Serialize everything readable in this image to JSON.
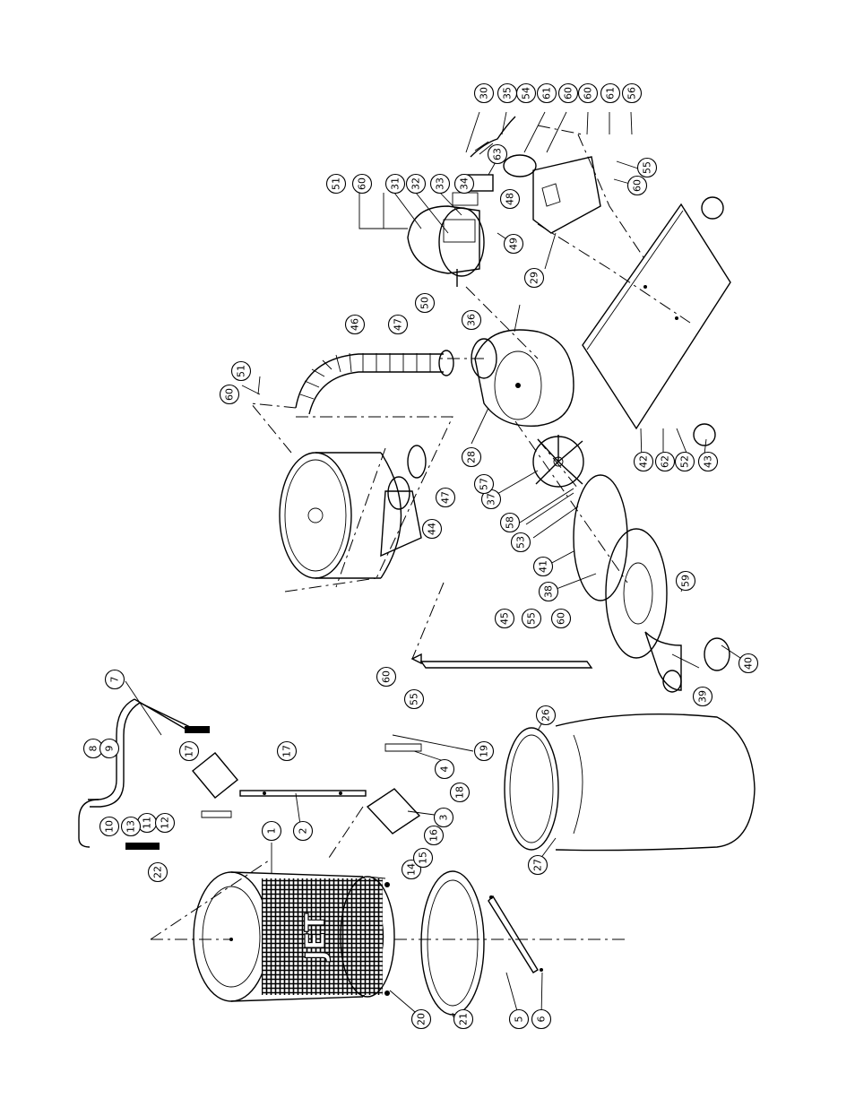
{
  "diagram": {
    "type": "exploded-parts-view",
    "brand_mark": "JET",
    "callouts": [
      {
        "id": "c1",
        "label": "1",
        "r": -90
      },
      {
        "id": "c2",
        "label": "2",
        "r": -90
      },
      {
        "id": "c3",
        "label": "3",
        "r": -90
      },
      {
        "id": "c4",
        "label": "4",
        "r": -90
      },
      {
        "id": "c5",
        "label": "5",
        "r": -90
      },
      {
        "id": "c6",
        "label": "6",
        "r": -90
      },
      {
        "id": "c7",
        "label": "7",
        "r": -90
      },
      {
        "id": "c8",
        "label": "8",
        "r": -90
      },
      {
        "id": "c9",
        "label": "9",
        "r": -90
      },
      {
        "id": "c10",
        "label": "10",
        "r": -90
      },
      {
        "id": "c11",
        "label": "11",
        "r": -90
      },
      {
        "id": "c12",
        "label": "12",
        "r": -90
      },
      {
        "id": "c13",
        "label": "13",
        "r": -90
      },
      {
        "id": "c14",
        "label": "14",
        "r": -90
      },
      {
        "id": "c15",
        "label": "15",
        "r": -90
      },
      {
        "id": "c16",
        "label": "16",
        "r": -90
      },
      {
        "id": "c17a",
        "label": "17",
        "r": -90
      },
      {
        "id": "c17b",
        "label": "17",
        "r": -90
      },
      {
        "id": "c18",
        "label": "18",
        "r": -90
      },
      {
        "id": "c19",
        "label": "19",
        "r": -90
      },
      {
        "id": "c20",
        "label": "20",
        "r": -90
      },
      {
        "id": "c21",
        "label": "21",
        "r": -90
      },
      {
        "id": "c22",
        "label": "22",
        "r": -90
      },
      {
        "id": "c26",
        "label": "26",
        "r": -90
      },
      {
        "id": "c27",
        "label": "27",
        "r": -90
      },
      {
        "id": "c28",
        "label": "28",
        "r": -90
      },
      {
        "id": "c29",
        "label": "29",
        "r": -90
      },
      {
        "id": "c30",
        "label": "30",
        "r": -90
      },
      {
        "id": "c31",
        "label": "31",
        "r": -90
      },
      {
        "id": "c32",
        "label": "32",
        "r": -90
      },
      {
        "id": "c33",
        "label": "33",
        "r": -90
      },
      {
        "id": "c34",
        "label": "34",
        "r": -90
      },
      {
        "id": "c35",
        "label": "35",
        "r": -90
      },
      {
        "id": "c36",
        "label": "36",
        "r": -90
      },
      {
        "id": "c37",
        "label": "37",
        "r": -90
      },
      {
        "id": "c38",
        "label": "38",
        "r": -90
      },
      {
        "id": "c39",
        "label": "39",
        "r": -90
      },
      {
        "id": "c40",
        "label": "40",
        "r": -90
      },
      {
        "id": "c41",
        "label": "41",
        "r": -90
      },
      {
        "id": "c42",
        "label": "42",
        "r": -90
      },
      {
        "id": "c43",
        "label": "43",
        "r": -90
      },
      {
        "id": "c44",
        "label": "44",
        "r": -90
      },
      {
        "id": "c45",
        "label": "45",
        "r": -90
      },
      {
        "id": "c46",
        "label": "46",
        "r": -90
      },
      {
        "id": "c47a",
        "label": "47",
        "r": -90
      },
      {
        "id": "c47b",
        "label": "47",
        "r": -90
      },
      {
        "id": "c48",
        "label": "48",
        "r": -90
      },
      {
        "id": "c49",
        "label": "49",
        "r": -90
      },
      {
        "id": "c50",
        "label": "50",
        "r": -90
      },
      {
        "id": "c51a",
        "label": "51",
        "r": -90
      },
      {
        "id": "c51b",
        "label": "51",
        "r": -90
      },
      {
        "id": "c52",
        "label": "52",
        "r": -90
      },
      {
        "id": "c53",
        "label": "53",
        "r": -90
      },
      {
        "id": "c54",
        "label": "54",
        "r": -90
      },
      {
        "id": "c55a",
        "label": "55",
        "r": -90
      },
      {
        "id": "c55b",
        "label": "55",
        "r": -90
      },
      {
        "id": "c55c",
        "label": "55",
        "r": -90
      },
      {
        "id": "c56",
        "label": "56",
        "r": -90
      },
      {
        "id": "c57",
        "label": "57",
        "r": -90
      },
      {
        "id": "c58",
        "label": "58",
        "r": -90
      },
      {
        "id": "c59",
        "label": "59",
        "r": -90
      },
      {
        "id": "c60a",
        "label": "60",
        "r": -90
      },
      {
        "id": "c60b",
        "label": "60",
        "r": -90
      },
      {
        "id": "c60c",
        "label": "60",
        "r": -90
      },
      {
        "id": "c60d",
        "label": "60",
        "r": -90
      },
      {
        "id": "c60e",
        "label": "60",
        "r": -90
      },
      {
        "id": "c60f",
        "label": "60",
        "r": -90
      },
      {
        "id": "c60g",
        "label": "60",
        "r": -90
      },
      {
        "id": "c61a",
        "label": "61",
        "r": -90
      },
      {
        "id": "c61b",
        "label": "61",
        "r": -90
      },
      {
        "id": "c62",
        "label": "62",
        "r": -90
      },
      {
        "id": "c63",
        "label": "63",
        "r": -90
      }
    ]
  }
}
